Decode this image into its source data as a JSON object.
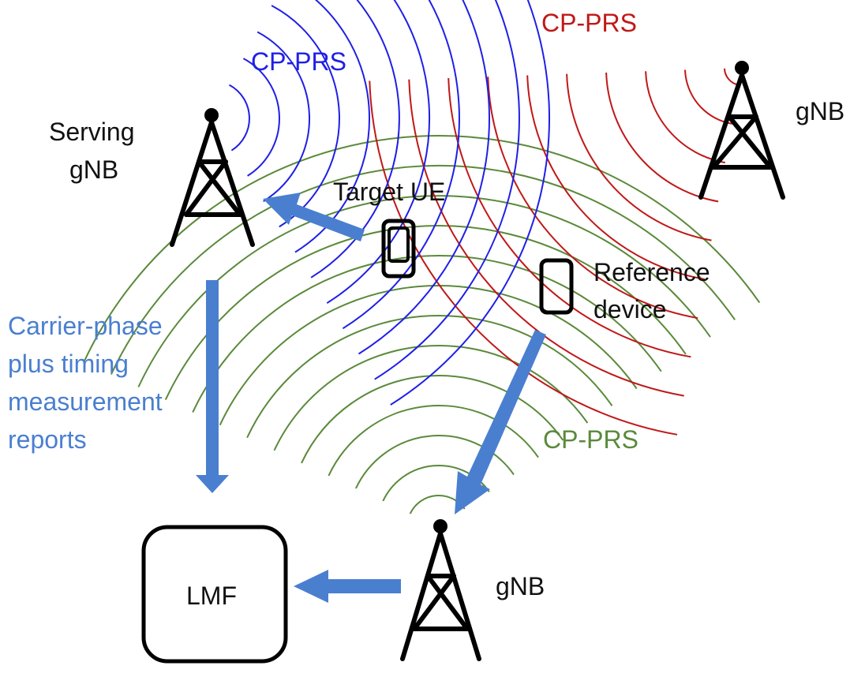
{
  "labels": {
    "cp_prs_blue": "CP-PRS",
    "cp_prs_red": "CP-PRS",
    "cp_prs_green": "CP-PRS",
    "serving_gnb_line1": "Serving",
    "serving_gnb_line2": "gNB",
    "gnb_top_right": "gNB",
    "gnb_bottom": "gNB",
    "target_ue": "Target UE",
    "reference_device_line1": "Reference",
    "reference_device_line2": "device",
    "measurement_line1": "Carrier-phase",
    "measurement_line2": "plus timing",
    "measurement_line3": "measurement",
    "measurement_line4": "reports",
    "lmf": "LMF"
  },
  "colors": {
    "blue_wave": "#1f1fe6",
    "red_wave": "#c01818",
    "green_wave": "#5a8a3a",
    "arrow": "#4a7fd0",
    "measurement_text": "#4a7fd0",
    "outline": "#000000"
  },
  "icons": {
    "tower": "cell-tower-icon",
    "device": "device-icon"
  }
}
